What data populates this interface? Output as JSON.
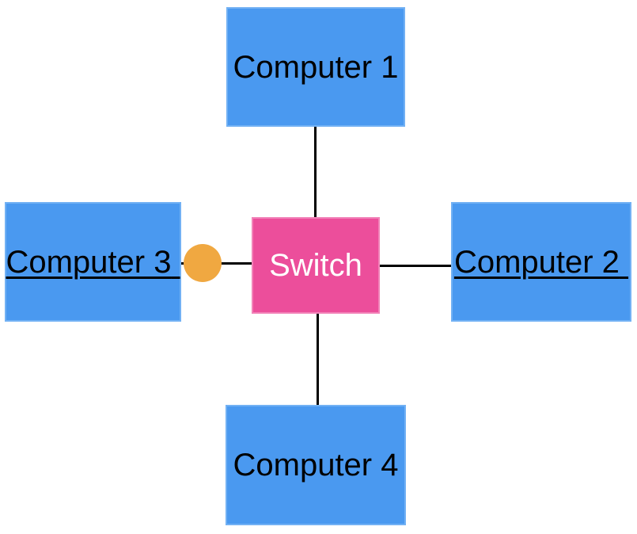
{
  "diagram": {
    "type": "network-topology-star",
    "nodes": {
      "computer1": {
        "label": "Computer 1",
        "underlined": false,
        "shape": "rectangle"
      },
      "computer2": {
        "label": "Computer 2",
        "underlined": true,
        "shape": "rectangle"
      },
      "computer3": {
        "label": "Computer 3",
        "underlined": true,
        "shape": "rectangle"
      },
      "computer4": {
        "label": "Computer 4",
        "underlined": false,
        "shape": "rectangle"
      },
      "switch": {
        "label": "Switch",
        "underlined": false,
        "shape": "rectangle"
      }
    },
    "edges": [
      {
        "from": "Switch",
        "to": "Computer 1"
      },
      {
        "from": "Switch",
        "to": "Computer 2"
      },
      {
        "from": "Switch",
        "to": "Computer 3"
      },
      {
        "from": "Switch",
        "to": "Computer 4"
      }
    ],
    "markers": [
      {
        "name": "orange-dot",
        "shape": "circle",
        "on_edge": "Switch – Computer 3"
      }
    ],
    "colors": {
      "background": "#FFFFFF",
      "computer_fill": "#4A99F0",
      "computer_border": "#72B1F4",
      "computer_text": "#000000",
      "switch_fill": "#EC4E9B",
      "switch_border": "#F283B9",
      "switch_text": "#FFFFFF",
      "connector": "#000000",
      "dot_fill": "#F0A841"
    }
  }
}
